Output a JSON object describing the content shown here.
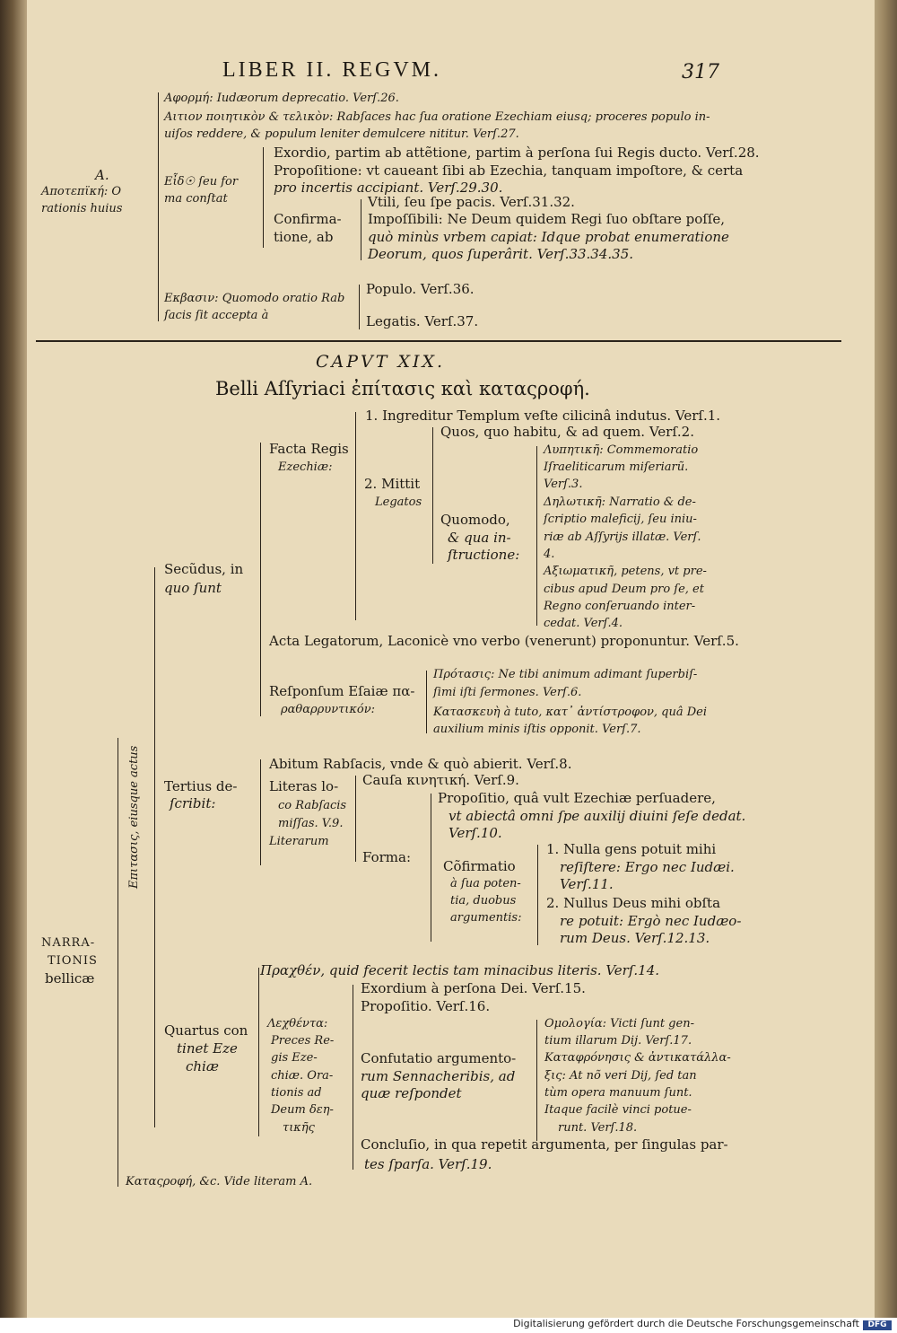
{
  "page": {
    "running_head": "LIBER II. REGVM.",
    "page_number": "317"
  },
  "part_a": {
    "root_letter": "A.",
    "root_l1": "Αποτεπϊκή: O",
    "root_l2": "rationis huius",
    "aphorme": "Αφορμή: Iudæorum deprecatio. Verſ.26.",
    "aition_l1": "Αιτιον ποιητικὸν & τελικὸν: Rabſaces hac ſua oratione Ezechiam eiusq; proceres populo in-",
    "aition_l2": "uiſos reddere, & populum leniter demulcere nititur. Verſ.27.",
    "eidos_l1": "Εἶδ☉ ſeu for",
    "eidos_l2": "ma conſtat",
    "exordio": "Exordio, partim ab attẽtione, partim à perſona ſui Regis ducto. Verſ.28.",
    "propositione_l1": "Propoſitione: vt caueant ſibi ab Ezechia, tanquam impoſtore, & certa",
    "propositione_l2": "pro incertis accipiant. Verſ.29.30.",
    "confirmatione_l1": "Confirma-",
    "confirmatione_l2": "tione, ab",
    "vtili": "Vtili, ſeu ſpe pacis. Verſ.31.32.",
    "impossibili_l1": "Impoſſibili: Ne Deum quidem Regi ſuo obſtare poſſe,",
    "impossibili_l2": "quò minùs vrbem capiat: Idque probat enumeratione",
    "impossibili_l3": "Deorum, quos ſuperârit. Verſ.33.34.35.",
    "ekbasis_l1": "Εκβασιν: Quomodo oratio Rab",
    "ekbasis_l2": "ſacis ſit accepta à",
    "populo": "Populo. Verſ.36.",
    "legatis": "Legatis. Verſ.37."
  },
  "chapter": {
    "heading": "CAPVT XIX.",
    "title": "Belli Aſſyriaci ἐπίτασις καὶ καταςροφή."
  },
  "part_b": {
    "narr_l1": "NARRA-",
    "narr_l2": "TIONIS",
    "narr_l3": "bellicæ",
    "vertical": "Επιτασις, eiusque actus",
    "secundus_l1": "Secũdus, in",
    "secundus_l2": "quo ſunt",
    "facta_l1": "Facta Regis",
    "facta_l2": "Ezechiæ:",
    "ingreditur": "1. Ingreditur Templum veſte cilicinâ indutus. Verſ.1.",
    "mittit_l1": "2. Mittit",
    "mittit_l2": "Legatos",
    "quos": "Quos, quo habitu, & ad quem. Verſ.2.",
    "quomodo_l1": "Quomodo,",
    "quomodo_l2": "& qua in-",
    "quomodo_l3": "ſtructione:",
    "lypetike_l1": "Λυπητικῆ: Commemoratio",
    "lypetike_l2": "Iſraeliticarum miſeriarũ.",
    "lypetike_l3": "Verſ.3.",
    "deloteke_l1": "Δηλωτικῆ: Narratio & de-",
    "deloteke_l2": "ſcriptio maleficij, ſeu iniu-",
    "deloteke_l3": "riæ ab Aſſyrijs illatæ. Verſ.",
    "deloteke_l4": "4.",
    "axiomatike_l1": "Αξιωματικῆ, petens, vt pre-",
    "axiomatike_l2": "cibus apud Deum pro ſe, et",
    "axiomatike_l3": "Regno conſeruando inter-",
    "axiomatike_l4": "cedat. Verſ.4.",
    "acta": "Acta Legatorum, Laconicè vno verbo (venerunt) proponuntur. Verſ.5.",
    "responsum_l1": "Reſponſum Eſaiæ πα-",
    "responsum_l2": "ραθαρρυντικόν:",
    "protasis_l1": "Πρότασις: Ne tibi animum adimant ſuperbiſ-",
    "protasis_l2": "ſimi iſti ſermones. Verſ.6.",
    "kataskeue_l1": "Κατασκευὴ à tuto, κατ᾽ ἀντίστροφον, quâ Dei",
    "kataskeue_l2": "auxilium minis iſtis opponit. Verſ.7.",
    "tertius_l1": "Tertius de-",
    "tertius_l2": "ſcribit:",
    "abitum": "Abitum Rabſacis, vnde & quò abierit. Verſ.8.",
    "literas_l1": "Literas lo-",
    "literas_l2": "co Rabſacis",
    "literas_l3": "miſſas. V.9.",
    "literas_l4": "Literarum",
    "causa": "Cauſa κινητική. Verſ.9.",
    "forma": "Forma:",
    "propositio_l1": "Propoſitio, quâ vult Ezechiæ perſuadere,",
    "propositio_l2": "vt abiectâ omni ſpe auxilij diuini ſeſe dedat.",
    "propositio_l3": "Verſ.10.",
    "cofirmatio_l1": "Cõfirmatio",
    "cofirmatio_l2": "à ſua poten-",
    "cofirmatio_l3": "tia, duobus",
    "cofirmatio_l4": "argumentis:",
    "nulla_l1": "1. Nulla gens potuit mihi",
    "nulla_l2": "reſiſtere: Ergo nec Iudæi.",
    "nulla_l3": "Verſ.11.",
    "nullus_l1": "2. Nullus Deus mihi obſta",
    "nullus_l2": "re potuit: Ergò nec Iudæo-",
    "nullus_l3": "rum Deus. Verſ.12.13.",
    "pragma": "Πραχθέν, quid fecerit lectis tam minacibus literis. Verſ.14.",
    "quartus_l1": "Quartus con",
    "quartus_l2": "tinet Eze",
    "quartus_l3": "chiæ",
    "lechthenta_l1": "Λεχθέντα:",
    "lechthenta_l2": "Preces Re-",
    "lechthenta_l3": "gis Eze-",
    "lechthenta_l4": "chiæ. Ora-",
    "lechthenta_l5": "tionis ad",
    "lechthenta_l6": "Deum δεη-",
    "lechthenta_l7": "τικῆς",
    "exordium": "Exordium à perſona Dei. Verſ.15.",
    "propositio2": "Propoſitio. Verſ.16.",
    "confutatio_l1": "Confutatio argumento-",
    "confutatio_l2": "rum Sennacheribis, ad",
    "confutatio_l3": "quæ reſpondet",
    "homologia_l1": "Ομολογία: Victi ſunt gen-",
    "homologia_l2": "tium illarum Dij. Verſ.17.",
    "kataphronesis_l1": "Καταφρόνησις & ἀντικατάλλα-",
    "kataphronesis_l2": "ξις: At nõ veri Dij, ſed tan",
    "kataphronesis_l3": "tùm opera manuum ſunt.",
    "kataphronesis_l4": "Itaque facilè vinci potue-",
    "kataphronesis_l5": "runt. Verſ.18.",
    "conclusio_l1": "Concluſio, in qua repetit argumenta, per ſingulas par-",
    "conclusio_l2": "tes ſparſa. Verſ.19.",
    "katastrophe": "Καταςροφή, &c. Vide literam A."
  },
  "footer": {
    "credit": "Digitalisierung gefördert durch die Deutsche Forschungsgemeinschaft",
    "logo": "DFG"
  }
}
